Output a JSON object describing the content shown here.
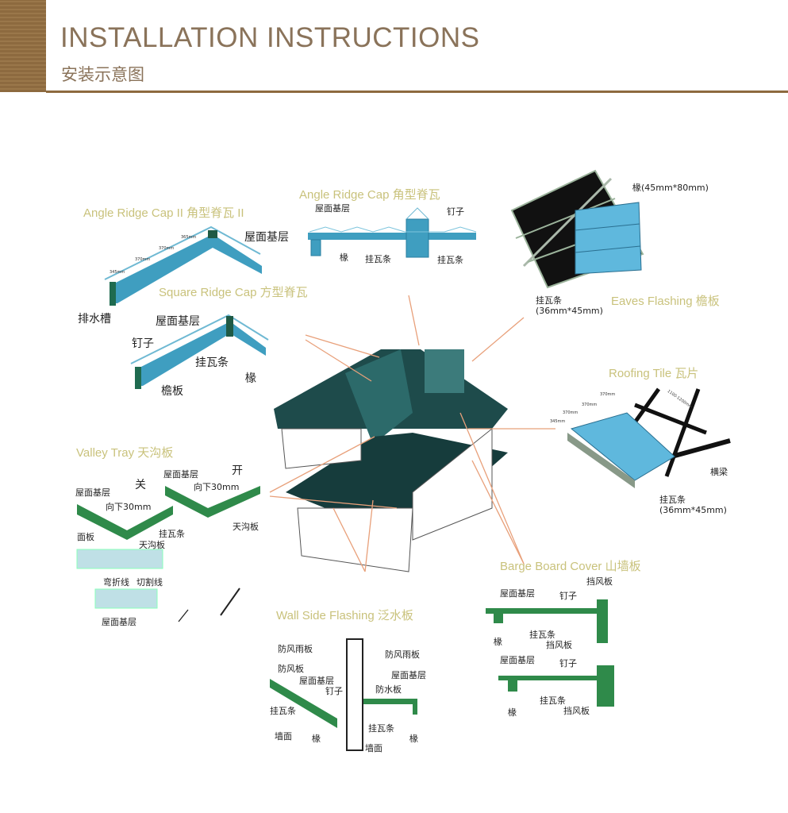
{
  "header": {
    "title_en": "INSTALLATION INSTRUCTIONS",
    "title_cn": "安装示意图"
  },
  "angle_ridge_cap_2": {
    "title": "Angle Ridge Cap II  角型脊瓦 II",
    "labels": [
      "排水槽",
      "屋面基层"
    ],
    "dims": [
      "345mm",
      "370mm",
      "370mm",
      "365mm"
    ]
  },
  "square_ridge_cap": {
    "title": "Square Ridge Cap 方型脊瓦",
    "labels": [
      "屋面基层",
      "钉子",
      "挂瓦条",
      "椽",
      "檐板"
    ]
  },
  "angle_ridge_cap": {
    "title": "Angle Ridge Cap 角型脊瓦",
    "labels": [
      "屋面基层",
      "钉子",
      "椽",
      "挂瓦条",
      "挂瓦条"
    ]
  },
  "eaves_flashing": {
    "title": "Eaves Flashing  檐板",
    "labels": [
      "椽(45mm*80mm)",
      "挂瓦条",
      "(36mm*45mm)"
    ]
  },
  "roofing_tile": {
    "title": "Roofing Tile 瓦片",
    "labels": [
      "横梁",
      "挂瓦条",
      "(36mm*45mm)"
    ],
    "dims": [
      "370mm",
      "370mm",
      "370mm",
      "345mm",
      "1100-1200mm"
    ]
  },
  "valley_tray": {
    "title": "Valley Tray 天沟板",
    "labels": [
      "关",
      "开",
      "屋面基层",
      "向下30mm",
      "屋面基层",
      "向下30mm",
      "面板",
      "挂瓦条",
      "天沟板",
      "天沟板",
      "弯折线",
      "切割线",
      "屋面基层"
    ]
  },
  "barge_board_cover": {
    "title": "Barge Board Cover  山墙板",
    "labels": [
      "挡风板",
      "屋面基层",
      "钉子",
      "椽",
      "挂瓦条",
      "挡风板",
      "屋面基层",
      "钉子",
      "椽",
      "挂瓦条",
      "挡风板"
    ]
  },
  "wall_side_flashing": {
    "title": "Wall Side Flashing 泛水板",
    "labels": [
      "防风雨板",
      "防风板",
      "屋面基层",
      "钉子",
      "挂瓦条",
      "墙面",
      "椽",
      "防风雨板",
      "屋面基层",
      "防水板",
      "挂瓦条",
      "椽",
      "墙面"
    ]
  },
  "colors": {
    "header_brown": "#8d6a3f",
    "section_title": "#c9c27c",
    "tile_blue": "#3f9ec0",
    "board_green": "#2f8a4a",
    "roof_teal": "#1e4b4b",
    "pointer_orange": "#e8a07a"
  }
}
